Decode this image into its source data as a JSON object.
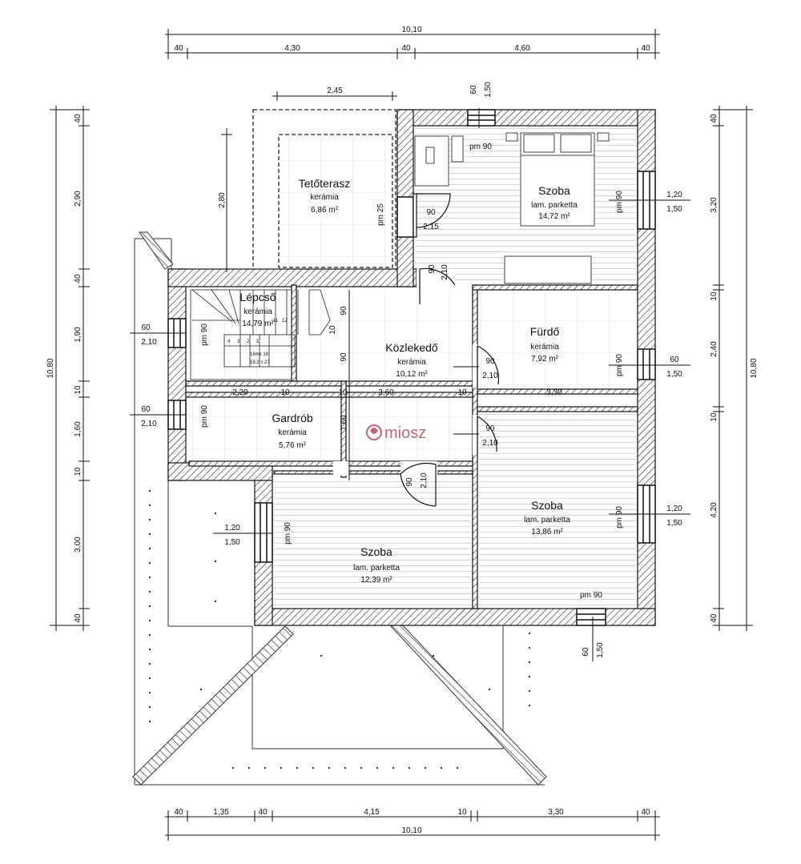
{
  "rooms": {
    "teraszName": "Tetőterasz",
    "teraszMat": "kerámia",
    "teraszArea": "6,86 m²",
    "szoba1Name": "Szoba",
    "szoba1Mat": "lam. parketta",
    "szoba1Area": "14,72 m²",
    "lepcsoName": "Lépcső",
    "lepcsoMat": "kerámia",
    "lepcsoArea": "14,79 m²",
    "kozlName": "Közlekedő",
    "kozlMat": "kerámia",
    "kozlArea": "10,12 m²",
    "furdoName": "Fürdő",
    "furdoMat": "kerámia",
    "furdoArea": "7,92 m²",
    "gardName": "Gardrób",
    "gardMat": "kerámia",
    "gardArea": "5,76 m²",
    "szoba2Name": "Szoba",
    "szoba2Mat": "lam. parketta",
    "szoba2Area": "13,86 m²",
    "szoba3Name": "Szoba",
    "szoba3Mat": "lam. parketta",
    "szoba3Area": "12,39 m²"
  },
  "stair": {
    "a": "16mx 18",
    "b": "16,2 x 27",
    "n1": "4",
    "n2": "3",
    "n3": "2",
    "n4": "1",
    "n5": "11",
    "n6": "12"
  },
  "logo": "miosz",
  "dims": {
    "topTotal": "10,10",
    "top40a": "40",
    "top430": "4,30",
    "top40b": "40",
    "top460": "4,60",
    "top40c": "40",
    "w245": "2,45",
    "w60top": "60",
    "w150top": "1,50",
    "pm90top": "pm 90",
    "left280": "2,80",
    "pm25": "pm 25",
    "d90a": "90",
    "d215a": "2,15",
    "d90b": "90",
    "d210a": "2,10",
    "rw120a": "1,20",
    "rw150a": "1,50",
    "pmR1": "pm 90",
    "rw60b": "60",
    "rw150b": "1,50",
    "pmR2": "pm 90",
    "rw120c": "1,20",
    "rw150c": "1,50",
    "pmR3": "pm 90",
    "lw60a": "60",
    "lw210a": "2,10",
    "pmL1": "pm 90",
    "lw60b": "60",
    "lw210b": "2,10",
    "pmL2": "pm 90",
    "lw120": "1,20",
    "lw150": "1,50",
    "pmL3": "pm 90",
    "mid220": "2,20",
    "mid10a": "10",
    "mid10b": "10",
    "mid360": "3,60",
    "mid10c": "10",
    "mid330": "3,30",
    "v90a": "90",
    "v10a": "10",
    "v90b": "90",
    "v160": "1,60",
    "d90c": "90",
    "d210c": "2,10",
    "d90d": "90",
    "d210d": "2,10",
    "d90e": "90",
    "d210e": "2,10",
    "pmbot": "pm 90",
    "b60": "60",
    "b150": "1,50",
    "ld40a": "40",
    "ld290": "2,90",
    "ld40b": "40",
    "ld190": "1,90",
    "ld10a": "10",
    "ld160": "1,60",
    "ld10b": "10",
    "ld300": "3,00",
    "ld40c": "40",
    "ldTotal": "10,80",
    "rd40a": "40",
    "rd320": "3,20",
    "rd10a": "10",
    "rd240": "2,40",
    "rd10b": "10",
    "rd420": "4,20",
    "rd40b": "40",
    "rdTotal": "10,80",
    "bot40a": "40",
    "bot135": "1,35",
    "bot40b": "40",
    "bot415": "4,15",
    "bot10": "10",
    "bot330": "3,30",
    "bot40c": "40",
    "botTotal": "10,10"
  }
}
